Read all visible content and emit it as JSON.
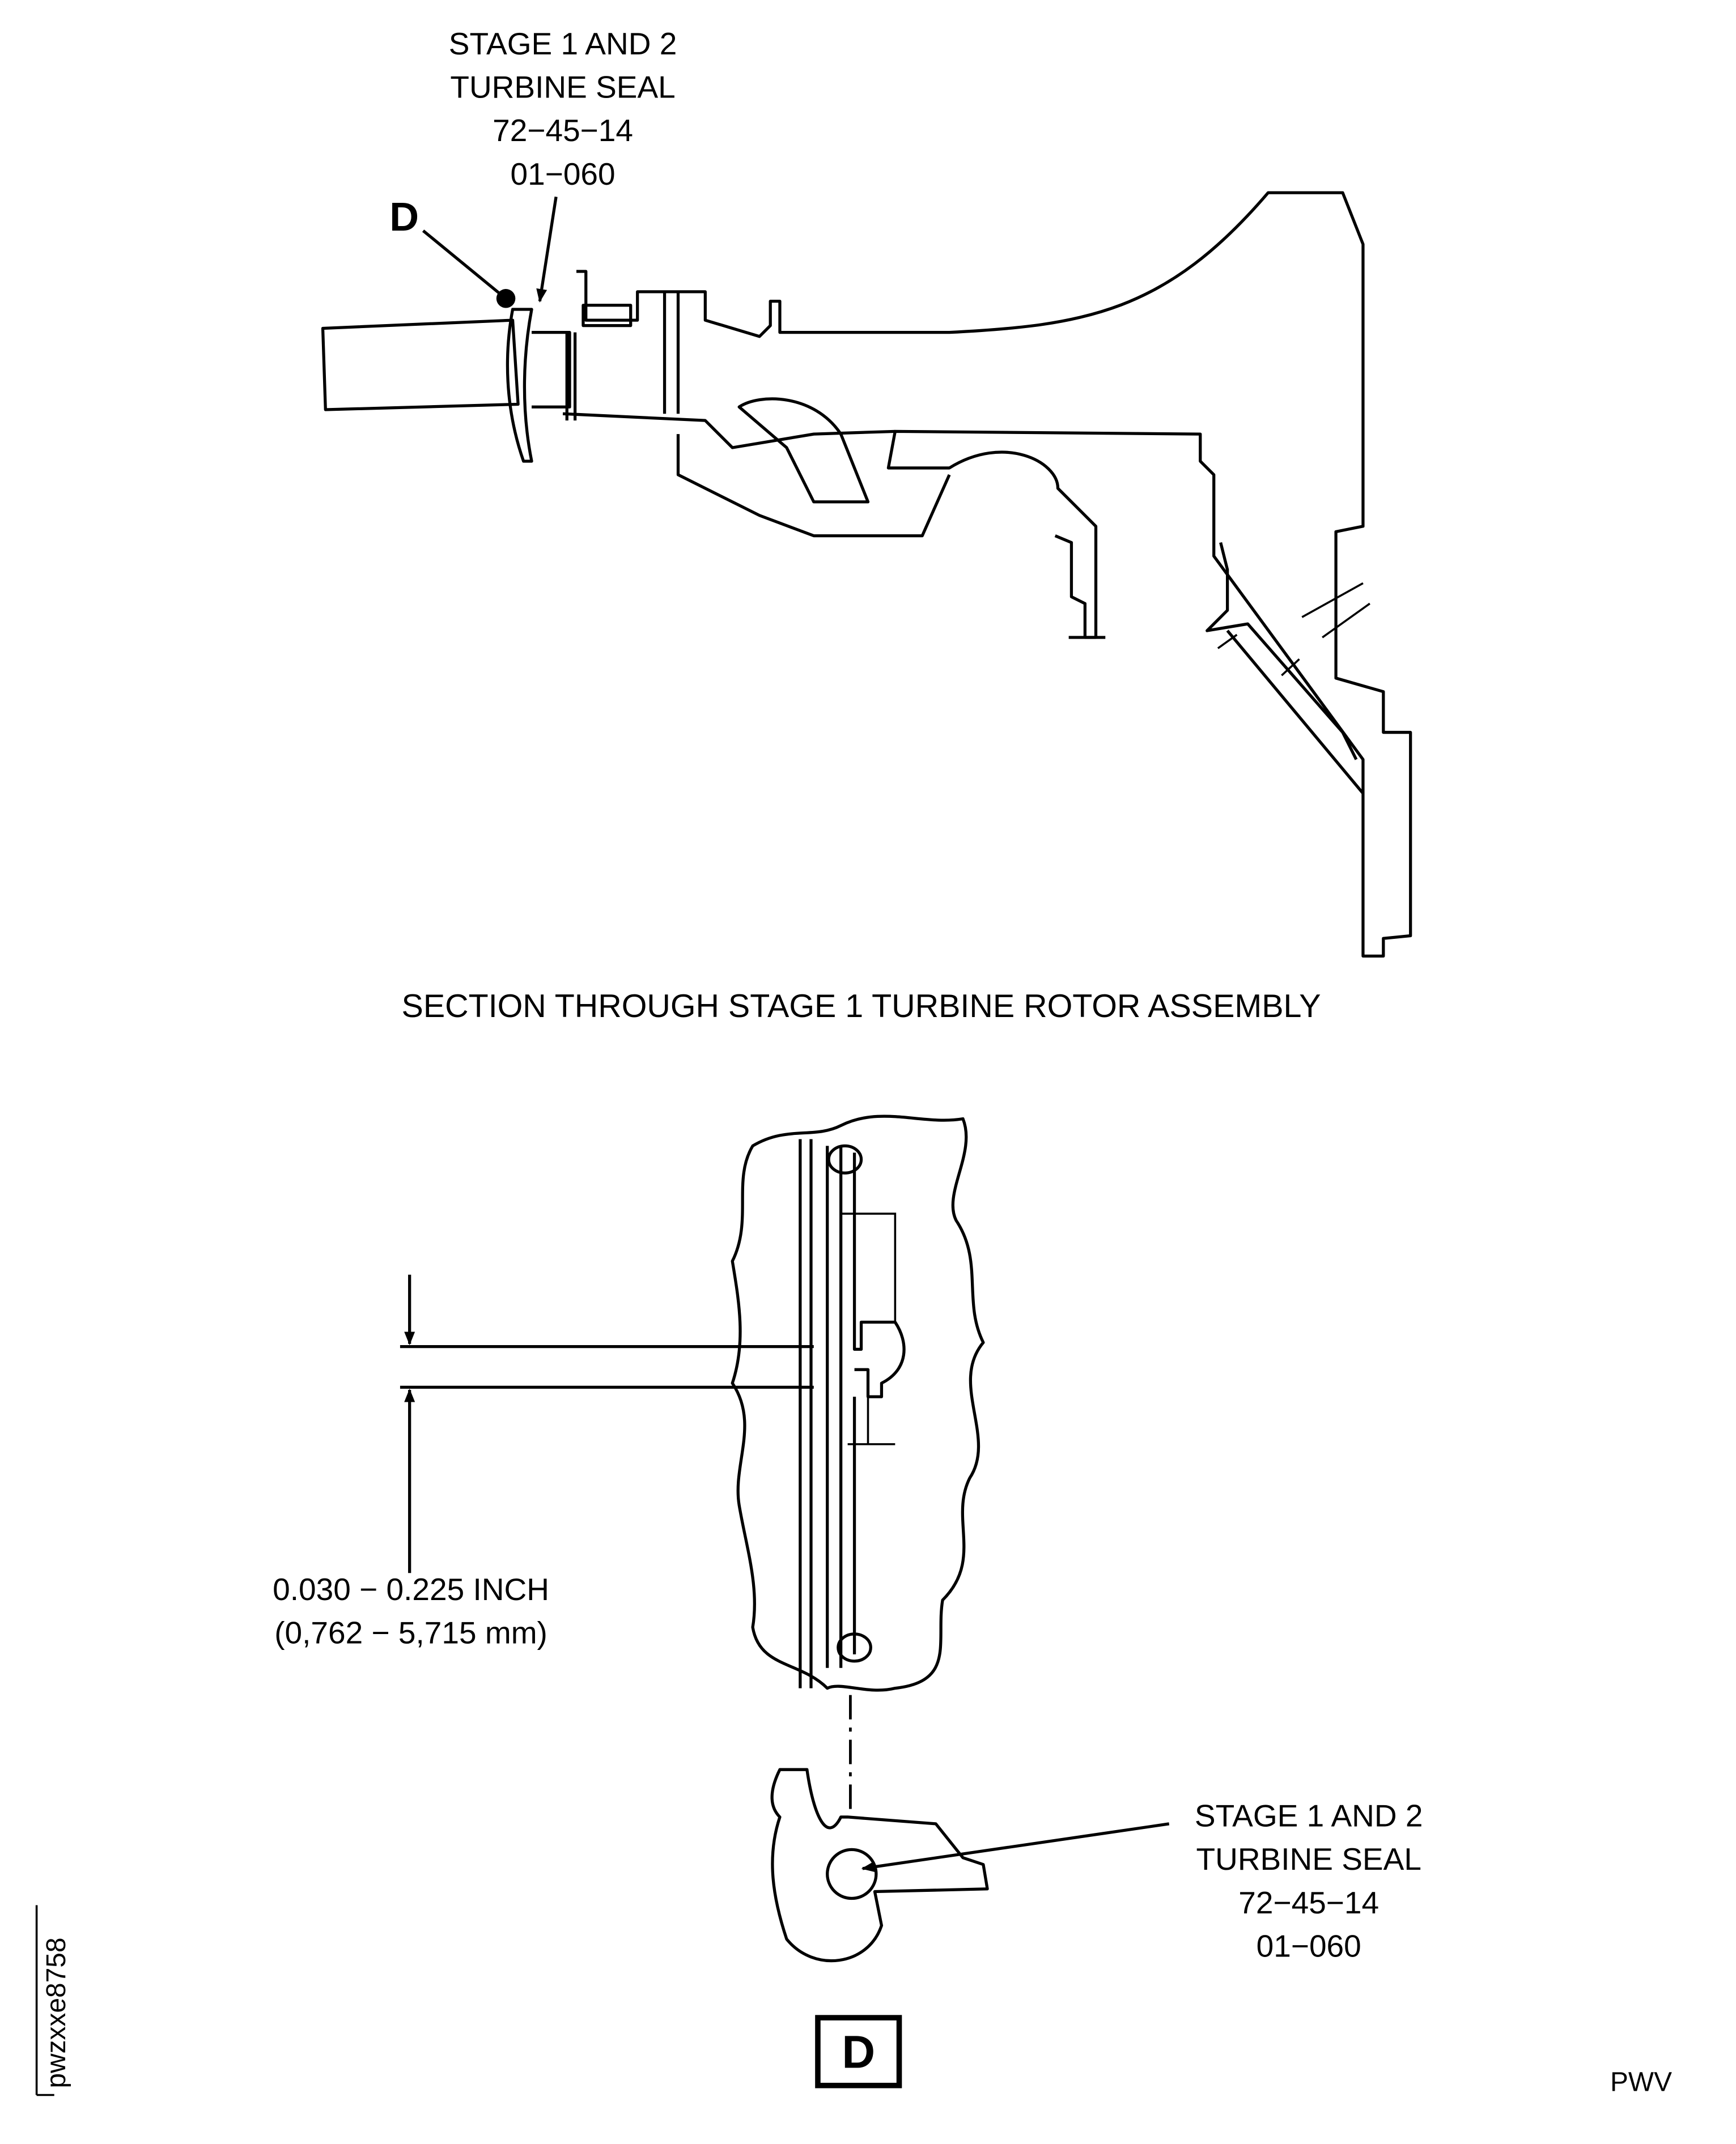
{
  "top_callout": {
    "lines": [
      "STAGE 1 AND 2",
      "TURBINE SEAL",
      "72−45−14",
      "01−060"
    ]
  },
  "detail_marker": "D",
  "section_title": "SECTION THROUGH STAGE 1 TURBINE ROTOR ASSEMBLY",
  "dimension": {
    "inch": "0.030 − 0.225 INCH",
    "mm": "(0,762 − 5,715 mm)"
  },
  "bottom_callout": {
    "lines": [
      "STAGE 1 AND 2",
      "TURBINE SEAL",
      "72−45−14",
      "01−060"
    ]
  },
  "detail_label": "D",
  "figure_id": "pwzxxe8758",
  "footer_code": "PWV"
}
